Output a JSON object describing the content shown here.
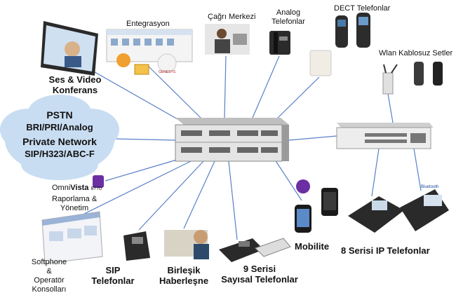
{
  "hub": {
    "name": "central-pbx"
  },
  "cloud": {
    "line1": "PSTN",
    "line2": "BRI/PRI/Analog",
    "line3": "Private Network",
    "line4": "SIP/H323/ABC-F"
  },
  "labels": {
    "entegrasyon": "Entegrasyon",
    "cagri": "Çağrı Merkezi",
    "analog1": "Analog",
    "analog2": "Telefonlar",
    "dect": "DECT Telefonlar",
    "wlan": "Wlan Kablosuz Setler",
    "ses1": "Ses & Video",
    "ses2": "Konferans",
    "omnivista_pre": "Omni",
    "omnivista_bold": "Vista",
    "omnivista_num": "8770",
    "raporlama1": "Raporlama &",
    "raporlama2": "Yönetim",
    "softphone1": "Softphone",
    "softphone2": "&",
    "softphone3": "Operatör",
    "softphone4": "Konsolları",
    "sip1": "SIP",
    "sip2": "Telefonlar",
    "birlesik1": "Birleşik",
    "birlesik2": "Haberleşne",
    "seri9_1": "9 Serisi",
    "seri9_2": "Sayısal Telefonlar",
    "mobilite": "Mobilite",
    "seri8": "8 Serisi IP Telefonlar",
    "genesys": "GENESYS",
    "bluetooth": "Bluetooth"
  },
  "colors": {
    "line": "#5a80c8",
    "cloud": "#c9ddf2",
    "hub": "#d8d8d8",
    "accent": "#6b2fa3"
  }
}
